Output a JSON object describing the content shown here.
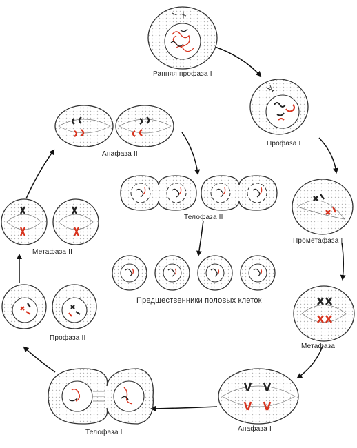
{
  "colors": {
    "outline": "#333333",
    "stipple": "#bdbdbd",
    "paternal": "#d8341f",
    "maternal": "#222222"
  },
  "labels": {
    "early_prophase_1": "Ранняя профаза I",
    "prophase_1": "Профаза I",
    "prometaphase_1": "Прометафаза I",
    "metaphase_1": "Метафаза I",
    "anaphase_1": "Анафаза I",
    "telophase_1": "Телофаза I",
    "prophase_2": "Профаза II",
    "metaphase_2": "Метафаза II",
    "anaphase_2": "Анафаза II",
    "telophase_2": "Телофаза II",
    "germ_cell_precursors": "Предшественники половых клеток"
  }
}
